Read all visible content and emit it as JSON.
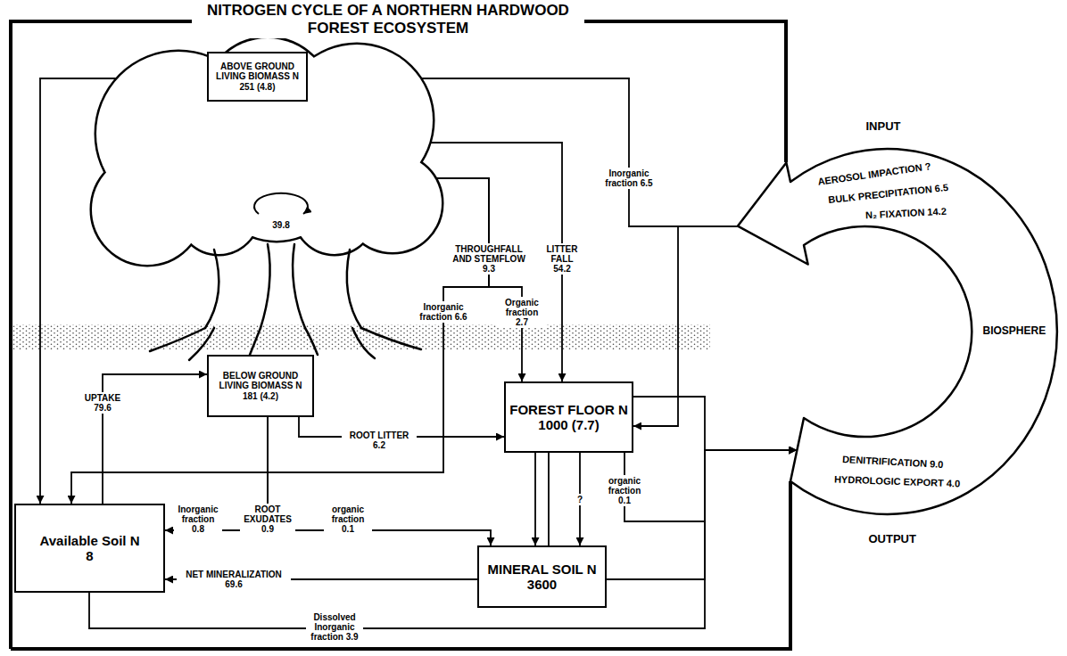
{
  "diagram": {
    "title": "NITROGEN CYCLE OF A NORTHERN HARDWOOD FOREST ECOSYSTEM",
    "nodes": [
      {
        "text": [
          "ABOVE GROUND LIVING BIOMASS N",
          "251 (4.8)"
        ]
      },
      {
        "text": [
          "BELOW GROUND LIVING BIOMASS N",
          "181 (4.2)"
        ]
      },
      {
        "text": [
          "FOREST FLOOR N",
          "1000 (7.7)"
        ]
      },
      {
        "text": [
          "Available Soil N",
          "8"
        ]
      },
      {
        "text": [
          "MINERAL SOIL N",
          "3600"
        ]
      },
      {
        "text": [
          "INPUT",
          "AEROSOL IMPACTION ?",
          "BULK PRECIPITATION 6.5",
          "N₂ FIXATION 14.2",
          "BIOSPHERE",
          "DENITRIFICATION 9.0",
          "HYDROLOGIC EXPORT 4.0",
          "OUTPUT"
        ]
      }
    ],
    "edges": [
      {
        "from": 5,
        "to": 3,
        "arrow": "to",
        "label": "Inorganic fraction 6.5"
      },
      {
        "from": 5,
        "to": 2,
        "arrow": "to"
      },
      {
        "from": 0,
        "to": 3,
        "arrow": "to",
        "label": "Inorganic fraction 6.6"
      },
      {
        "from": 0,
        "to": 2,
        "arrow": "to",
        "label": "Organic fraction 2.7"
      },
      {
        "from": 0,
        "to": 2,
        "arrow": "to",
        "label": "LITTER FALL 54.2"
      },
      {
        "from": 3,
        "to": 1,
        "arrow": "to",
        "label": "UPTAKE 79.6"
      },
      {
        "from": 1,
        "to": 2,
        "arrow": "to",
        "label": "ROOT LITTER 6.2"
      },
      {
        "from": 1,
        "to": 3,
        "arrow": "to",
        "label": "Inorganic fraction 0.8"
      },
      {
        "from": 1,
        "to": 4,
        "arrow": "to",
        "label": "organic fraction 0.1"
      },
      {
        "from": 4,
        "to": 3,
        "arrow": "to",
        "label": "NET MINERALIZATION 69.6"
      },
      {
        "from": 2,
        "to": 4,
        "arrow": "to"
      },
      {
        "from": 4,
        "to": 2,
        "arrow": "to"
      },
      {
        "from": 2,
        "to": 4,
        "arrow": "to",
        "label": "?"
      },
      {
        "from": 2,
        "to": 5,
        "arrow": "to",
        "label": "organic fraction 0.1"
      },
      {
        "from": 2,
        "to": 5,
        "arrow": "to"
      },
      {
        "from": 4,
        "to": 5,
        "arrow": "to"
      },
      {
        "from": 3,
        "to": 5,
        "arrow": "to",
        "label": "Dissolved Inorganic fraction 3.9"
      }
    ],
    "labels": [
      "39.8",
      "THROUGHFALL AND STEMFLOW 9.3",
      "ROOT EXUDATES 0.9"
    ]
  }
}
